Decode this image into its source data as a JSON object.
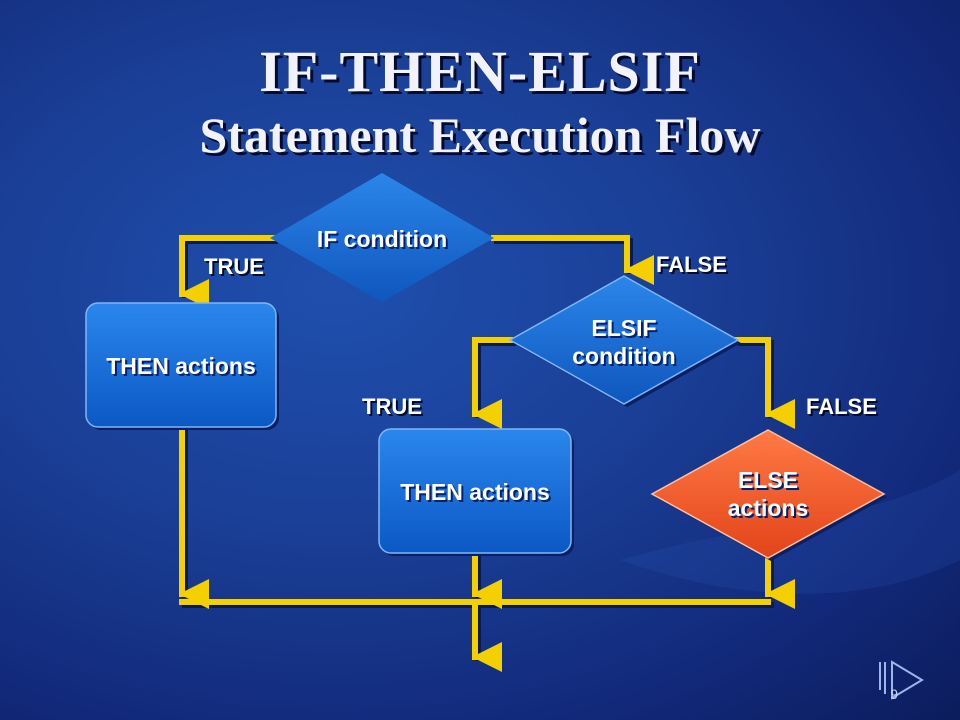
{
  "title": {
    "line1": "IF-THEN-ELSIF",
    "line2": "Statement Execution Flow"
  },
  "diagram": {
    "if_condition": "IF condition",
    "elsif_condition_line1": "ELSIF",
    "elsif_condition_line2": "condition",
    "then_actions_1": "THEN actions",
    "then_actions_2": "THEN actions",
    "else_actions_line1": "ELSE",
    "else_actions_line2": "actions",
    "label_true_1": "TRUE",
    "label_false_1": "FALSE",
    "label_true_2": "TRUE",
    "label_false_2": "FALSE"
  },
  "colors": {
    "connector": "#f5d000",
    "decision_blue": "#1a6fd6",
    "action_blue": "#1d74d8",
    "else_orange": "#f05a28"
  },
  "slide_number": "9"
}
